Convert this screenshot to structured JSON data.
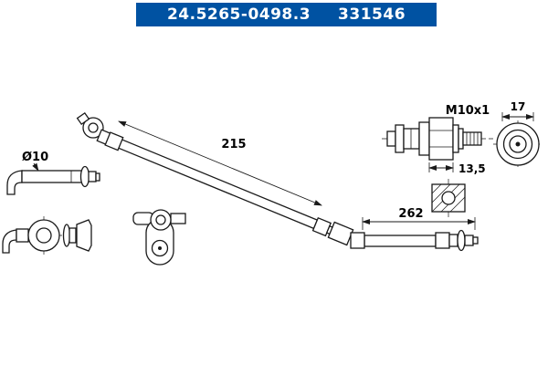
{
  "header": {
    "part_number": "24.5265-0498.3",
    "catalog_number": "331546"
  },
  "colors": {
    "header_bg": "#0052a2",
    "header_text": "#ffffff",
    "line_color": "#1a1a1a"
  },
  "drawing": {
    "dim_hose_main": "215",
    "dim_hose_secondary": "262",
    "dim_pipe_diameter": "Ø10",
    "dim_thread": "M10x1",
    "dim_hex_flat": "13,5",
    "dim_end_fitting": "17"
  }
}
